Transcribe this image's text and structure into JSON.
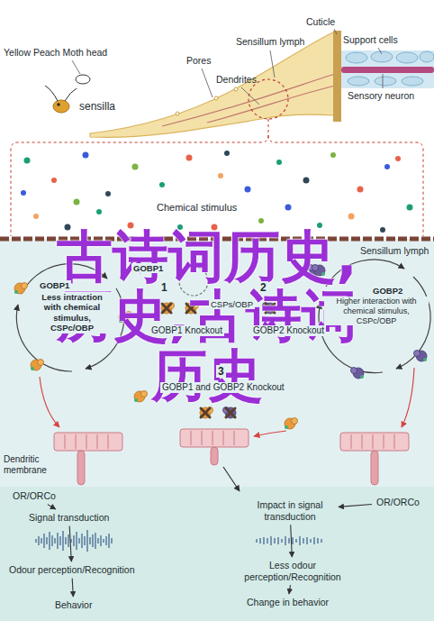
{
  "diagram": {
    "nodes": [
      {
        "text": [
          "OR/ORCo"
        ]
      },
      {
        "text": [
          "Signal transduction"
        ]
      },
      {
        "text": [
          "Odour perception/Recognition"
        ]
      },
      {
        "text": [
          "Behavior"
        ]
      },
      {
        "text": [
          "OR/ORCo"
        ]
      },
      {
        "text": [
          "Impact in signal transduction"
        ]
      },
      {
        "text": [
          "Less odour perception/Recognition"
        ]
      },
      {
        "text": [
          "Change in behavior"
        ]
      }
    ],
    "edges": [
      {
        "from": 0,
        "to": 1,
        "arrow": "to"
      },
      {
        "from": 1,
        "to": 2,
        "arrow": "to"
      },
      {
        "from": 2,
        "to": 3,
        "arrow": "to"
      },
      {
        "from": 4,
        "to": 5,
        "arrow": "to"
      },
      {
        "from": 5,
        "to": 6,
        "arrow": "to"
      },
      {
        "from": 6,
        "to": 7,
        "arrow": "to"
      }
    ],
    "labels": [
      "Yellow Peach Moth head",
      "sensilla",
      "Pores",
      "Sensillum lymph",
      "Cuticle",
      "Support cells",
      "Dendrites",
      "Sensory neuron",
      "Chemical stimulus",
      "古诗词历史,历史,古诗词历史",
      "Sensillum lymph",
      "GOBP1",
      "GOBP1",
      "Less intraction with chemical stimulus, CSPc/OBP",
      "CSPs/OBP",
      "1",
      "GOBP1 Knockout",
      "2",
      "GOBP2 Knockout",
      "GOBP2",
      "Higher interaction with chemical stimulus, CSPc/OBP",
      "3",
      "GOBP1 and GOBP2 Knockout",
      "Dendritic membrane"
    ]
  }
}
